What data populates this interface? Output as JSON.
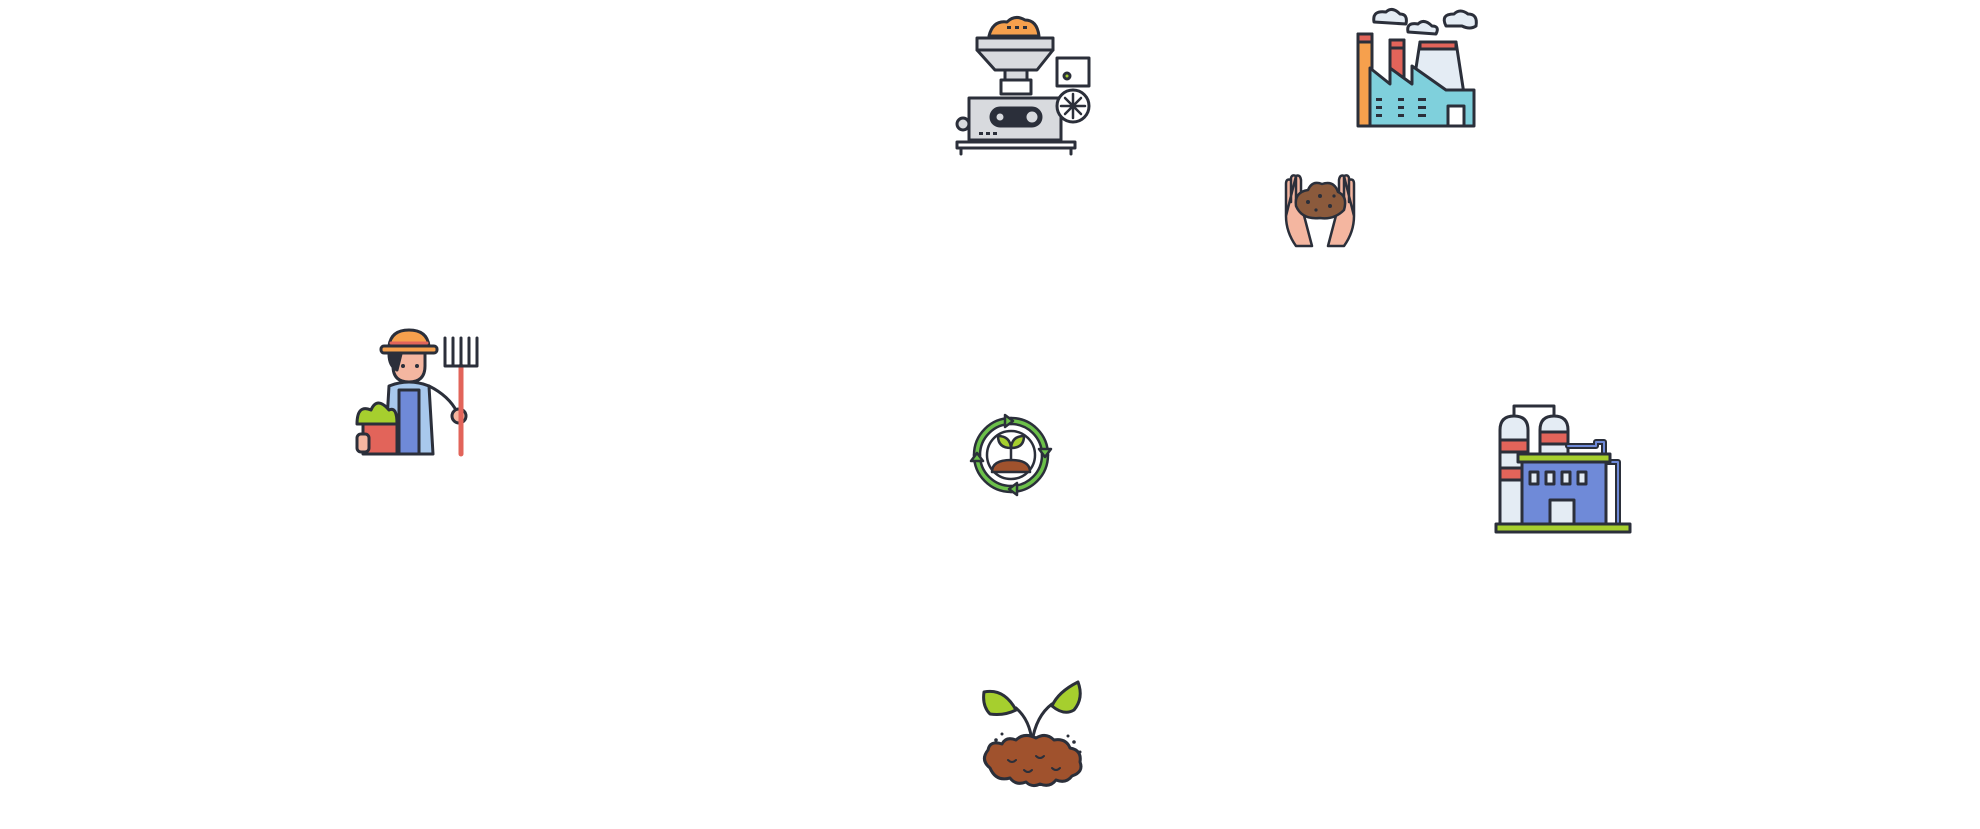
{
  "diagram": {
    "icons": [
      {
        "id": "machine",
        "name": "grinding-machine-icon"
      },
      {
        "id": "factory",
        "name": "factory-icon"
      },
      {
        "id": "soil-hands",
        "name": "hands-holding-soil-icon"
      },
      {
        "id": "farmer",
        "name": "farmer-icon"
      },
      {
        "id": "cycle",
        "name": "recycle-plant-icon"
      },
      {
        "id": "refinery",
        "name": "refinery-icon"
      },
      {
        "id": "sprout",
        "name": "sprout-in-soil-icon"
      }
    ]
  },
  "colors": {
    "outline": "#2b2f3a",
    "orange": "#f6a04d",
    "red": "#e2645a",
    "teal": "#7fd0dc",
    "blue": "#6f8ad8",
    "light_blue": "#a8c8ec",
    "green": "#6cc04a",
    "leaf": "#a6cf2e",
    "soil": "#a0522d",
    "skin": "#f4b6a0",
    "gray": "#d8dade"
  }
}
